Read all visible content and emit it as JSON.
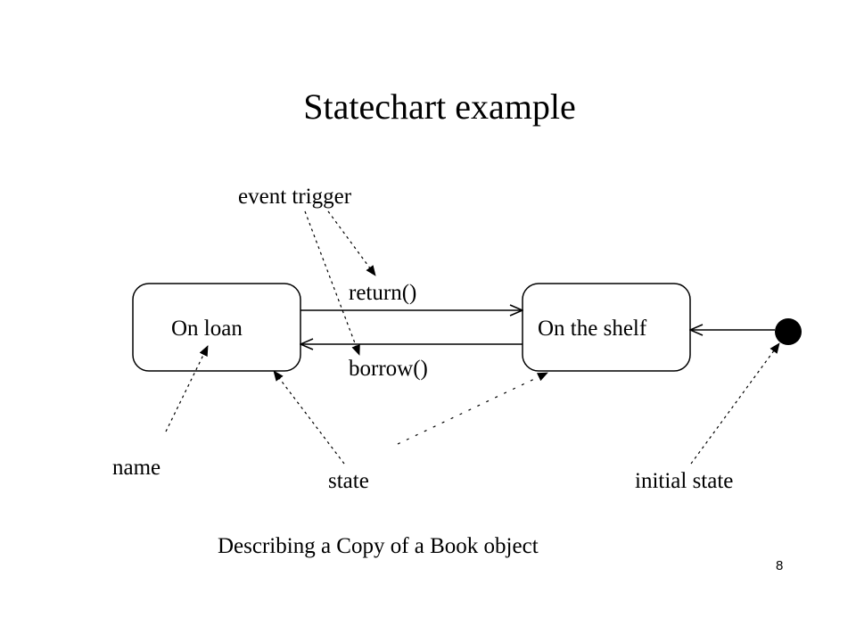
{
  "title": "Statechart example",
  "states": [
    {
      "label": "On loan"
    },
    {
      "label": "On the shelf"
    }
  ],
  "transitions": [
    {
      "event": "return()",
      "from": "On loan",
      "to": "On the shelf"
    },
    {
      "event": "borrow()",
      "from": "On the shelf",
      "to": "On loan"
    }
  ],
  "annotations": {
    "event_trigger": "event trigger",
    "name": "name",
    "state": "state",
    "initial_state": "initial state"
  },
  "caption": "Describing a Copy of a Book object",
  "page_number": "8"
}
